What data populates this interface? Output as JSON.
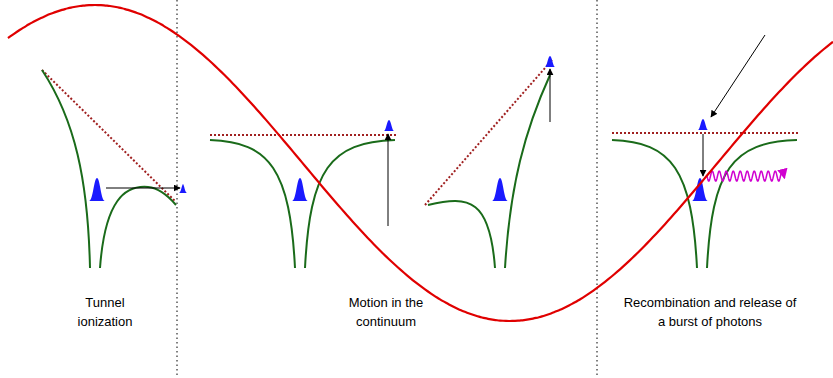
{
  "diagram": {
    "labels": [
      "Tunnel ionization",
      "Motion in the continuum",
      "Recombination and release of a burst of photons"
    ]
  }
}
